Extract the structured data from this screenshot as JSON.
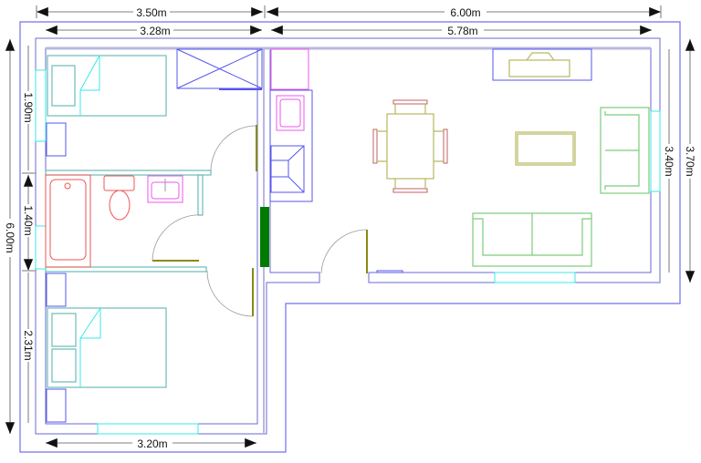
{
  "title": "Apartment floor plan",
  "dimensions": {
    "top_overall_left": "3.50m",
    "top_overall_right": "6.00m",
    "top_inner_left": "3.28m",
    "top_inner_right": "5.78m",
    "left_overall": "6.00m",
    "left_bedroom1": "1.90m",
    "left_bathroom": "1.40m",
    "left_bedroom2": "2.31m",
    "right_inner": "3.40m",
    "right_overall": "3.70m",
    "bottom_bedroom2": "3.20m"
  },
  "colors": {
    "walls": "#6a6ad0",
    "windows": "#39e8e8",
    "door_leaf": "#8a8a10",
    "green_panel": "#007a00"
  }
}
